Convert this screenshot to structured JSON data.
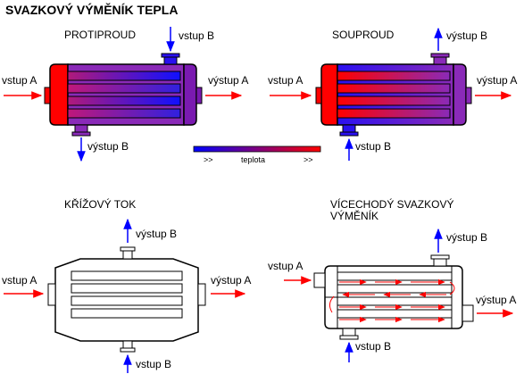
{
  "title": "SVAZKOVÝ VÝMĚNÍK TEPLA",
  "colors": {
    "cold": "#0000ff",
    "hot": "#ff0000",
    "inlet_arrow": "#ff0000",
    "outlet_arrow": "#0000ff",
    "outline": "#000000"
  },
  "legend": {
    "left_marker": ">>",
    "label": "teplota",
    "right_marker": ">>"
  },
  "panels": {
    "protiproud": {
      "title": "PROTIPROUD",
      "inlet_a": "vstup A",
      "outlet_a": "výstup A",
      "inlet_b": "vstup B",
      "outlet_b": "výstup B"
    },
    "souproud": {
      "title": "SOUPROUD",
      "inlet_a": "vstup A",
      "outlet_a": "výstup A",
      "inlet_b": "vstup B",
      "outlet_b": "výstup B"
    },
    "krizovy": {
      "title": "KŘÍŽOVÝ TOK",
      "inlet_a": "vstup A",
      "outlet_a": "výstup A",
      "inlet_b": "vstup B",
      "outlet_b": "výstup B"
    },
    "vicechody": {
      "title_line1": "VÍCECHODÝ SVAZKOVÝ",
      "title_line2": "VÝMĚNÍK",
      "inlet_a": "vstup A",
      "outlet_a": "výstup A",
      "inlet_b": "vstup B",
      "outlet_b": "výstup B"
    }
  }
}
